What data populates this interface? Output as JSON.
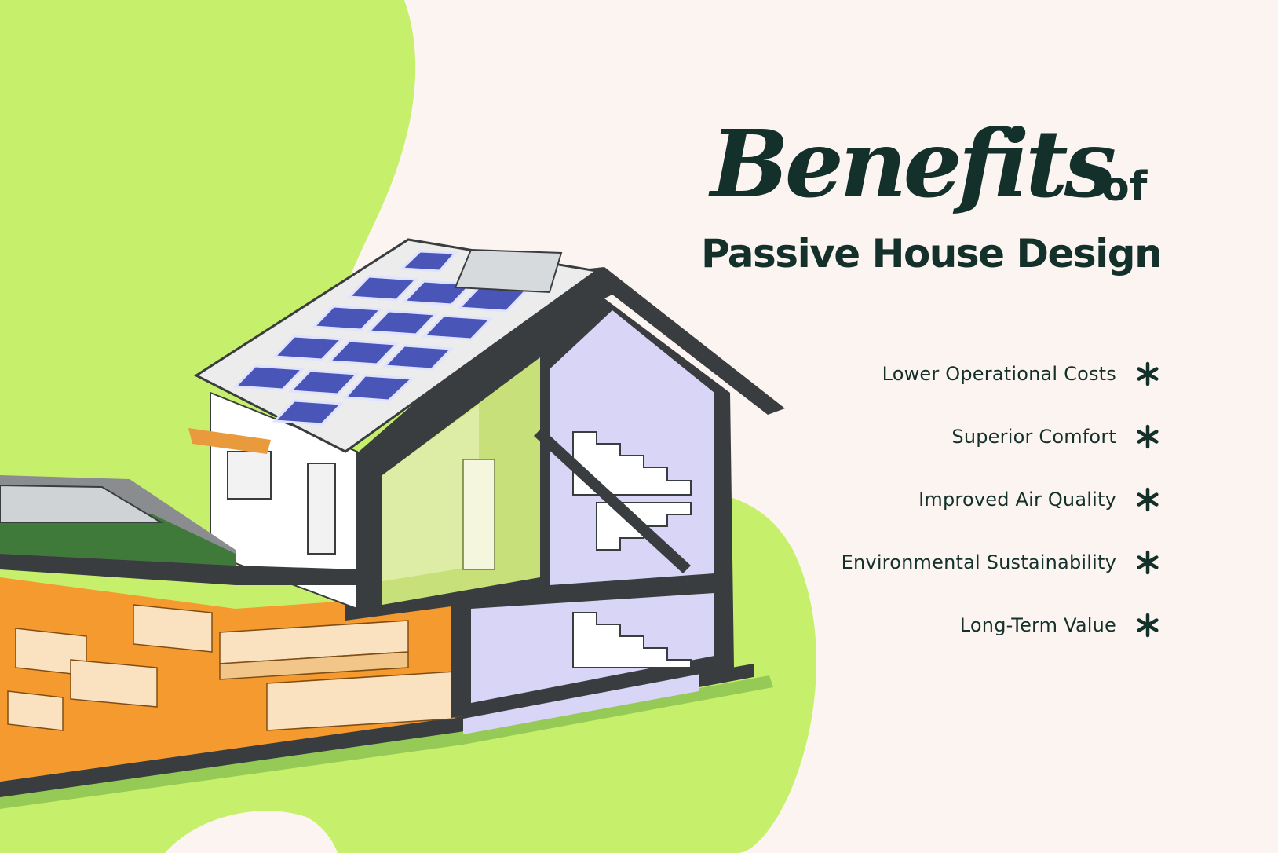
{
  "title": {
    "line1": "Benefits",
    "connector": "of",
    "line2": "Passive House Design"
  },
  "benefits": [
    {
      "label": "Lower Operational Costs",
      "icon": "asterisk-icon"
    },
    {
      "label": "Superior Comfort",
      "icon": "asterisk-icon"
    },
    {
      "label": "Improved Air Quality",
      "icon": "asterisk-icon"
    },
    {
      "label": "Environmental Sustainability",
      "icon": "asterisk-icon"
    },
    {
      "label": "Long-Term Value",
      "icon": "asterisk-icon"
    }
  ],
  "illustration": {
    "subject": "house-cutaway-icon",
    "colors": {
      "background": "#fcf4f0",
      "blob": "#c6f06c",
      "wall_frame": "#3a3d3f",
      "solar_panel": "#4a55b8",
      "lavender_room": "#d7d3f5",
      "orange_room": "#f59a2e",
      "green_room": "#c8e07a",
      "roof_garden": "#3f7a3a",
      "text": "#13302a"
    }
  }
}
